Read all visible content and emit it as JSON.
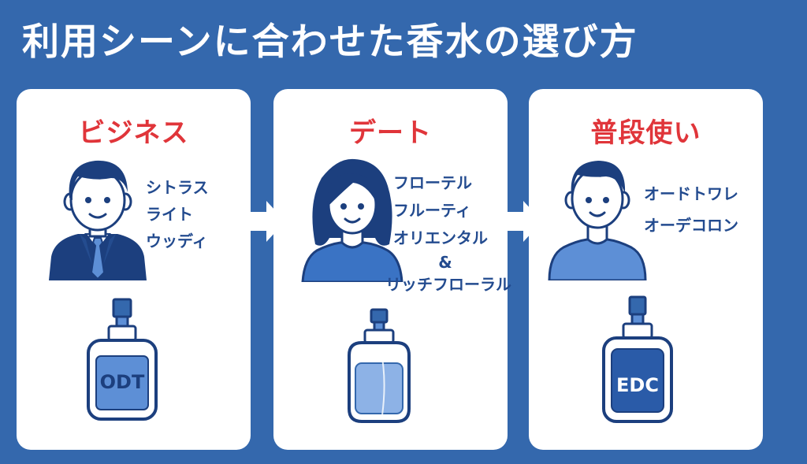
{
  "title": "利用シーンに合わせた香水の選び方",
  "colors": {
    "background": "#3468ad",
    "card": "#ffffff",
    "scene_title": "#e0353a",
    "navy": "#1c3f7e",
    "light_blue": "#5d8fd6"
  },
  "scenes": [
    {
      "title": "ビジネス",
      "person_icon": "businessman-icon",
      "notes": [
        "シトラス",
        "ライト",
        "ウッディ"
      ],
      "bottle_label": "ODT"
    },
    {
      "title": "デート",
      "person_icon": "woman-icon",
      "notes": [
        "フローテル",
        "フルーティ",
        "オリエンタル",
        "&",
        "リッチフローラル"
      ],
      "bottle_label": ""
    },
    {
      "title": "普段使い",
      "person_icon": "casual-man-icon",
      "notes": [
        "オードトワレ",
        "オーデコロン"
      ],
      "bottle_label": "EDC"
    }
  ]
}
